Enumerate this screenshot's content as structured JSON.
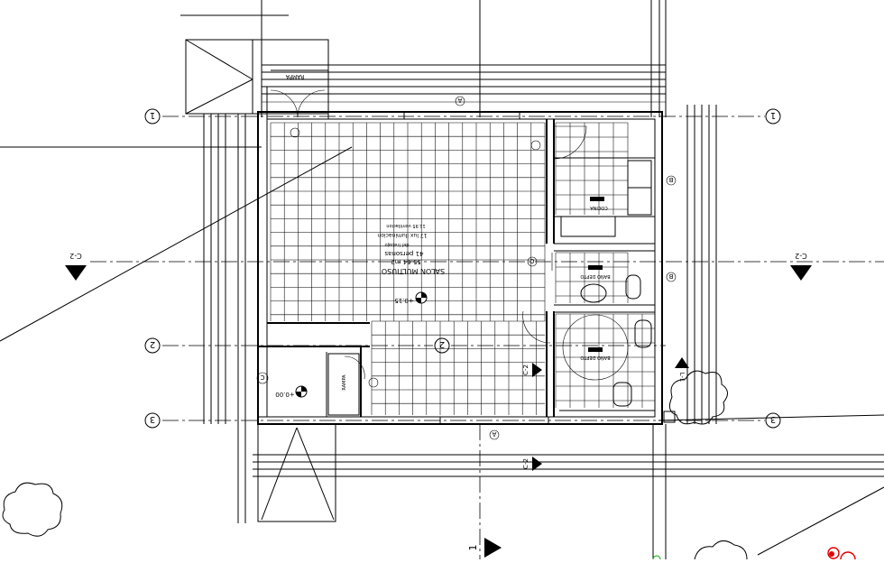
{
  "plan": {
    "grid_labels": {
      "row_1_left": "1",
      "row_1_right": "1",
      "row_2_left": "2",
      "row_2_center": "2",
      "row_3_left": "3",
      "row_3_right": "3",
      "col_a_top": "A",
      "col_a_bottom": "A",
      "col_b_right": "B",
      "col_b_right_2": "B",
      "col_c": "C",
      "col_c_lower": "C"
    },
    "section_marks": {
      "left": "C-2",
      "right": "C-2",
      "center": "C-2",
      "bottom": "C-2",
      "vertical_right": "L-1",
      "bottom_number": "1"
    },
    "room_labels": {
      "rampa": "RAMPA",
      "room_name": "SALON MULTIUSO",
      "room_area": "55.64 m2",
      "room_people": "41 personas",
      "room_ilum": "17 lux iluminacion",
      "room_vent": "11.95 ventilacion",
      "room_extra": "del trabajo",
      "cocina": "COCINA",
      "bano_1": "BAÑO DEPTO",
      "bano_2": "BAÑO DEPTO",
      "ramp_lower": "RAMPA"
    },
    "levels": {
      "main": "+0.15",
      "lower": "+0.00"
    }
  }
}
